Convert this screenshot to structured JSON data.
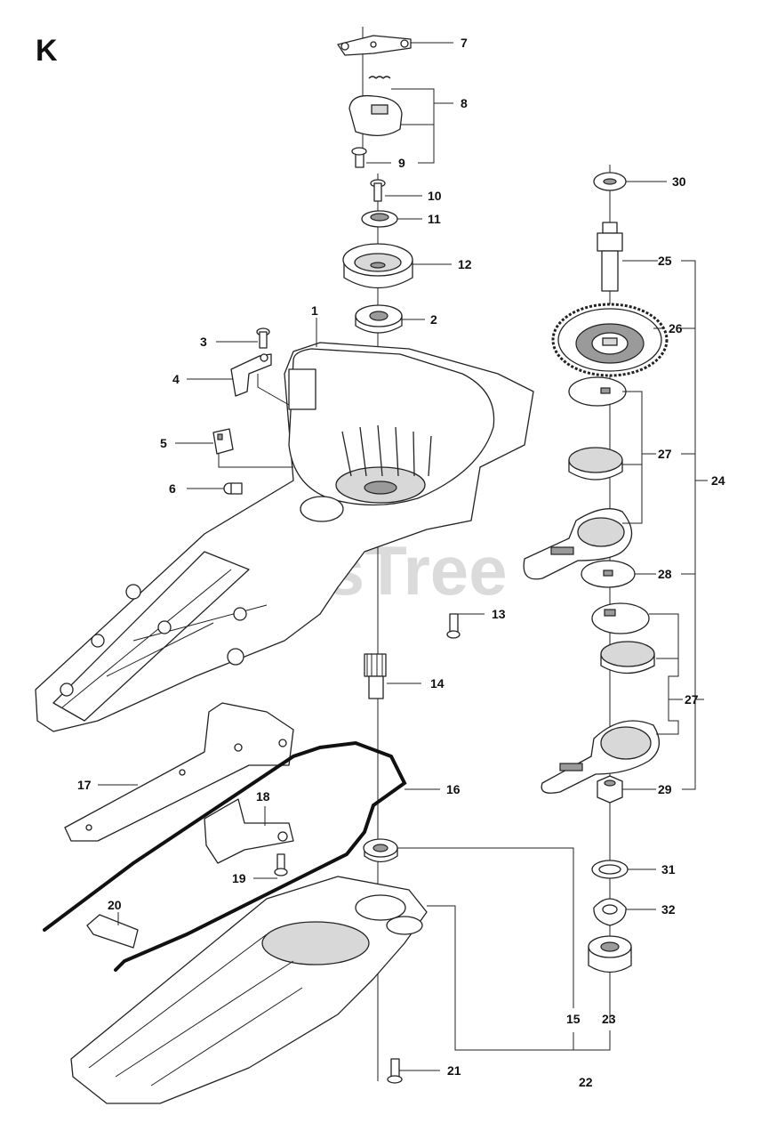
{
  "sheet": {
    "letter": "K",
    "watermark": "PartsTree"
  },
  "callouts": [
    {
      "id": "c7",
      "text": "7"
    },
    {
      "id": "c8",
      "text": "8"
    },
    {
      "id": "c9",
      "text": "9"
    },
    {
      "id": "c10",
      "text": "10"
    },
    {
      "id": "c11",
      "text": "11"
    },
    {
      "id": "c12",
      "text": "12"
    },
    {
      "id": "c1",
      "text": "1"
    },
    {
      "id": "c2",
      "text": "2"
    },
    {
      "id": "c3",
      "text": "3"
    },
    {
      "id": "c4",
      "text": "4"
    },
    {
      "id": "c5",
      "text": "5"
    },
    {
      "id": "c6",
      "text": "6"
    },
    {
      "id": "c13",
      "text": "13"
    },
    {
      "id": "c14",
      "text": "14"
    },
    {
      "id": "c16",
      "text": "16"
    },
    {
      "id": "c17",
      "text": "17"
    },
    {
      "id": "c18",
      "text": "18"
    },
    {
      "id": "c19",
      "text": "19"
    },
    {
      "id": "c20",
      "text": "20"
    },
    {
      "id": "c21",
      "text": "21"
    },
    {
      "id": "c15",
      "text": "15"
    },
    {
      "id": "c22",
      "text": "22"
    },
    {
      "id": "c23",
      "text": "23"
    },
    {
      "id": "c30",
      "text": "30"
    },
    {
      "id": "c25",
      "text": "25"
    },
    {
      "id": "c26",
      "text": "26"
    },
    {
      "id": "c24",
      "text": "24"
    },
    {
      "id": "c27a",
      "text": "27"
    },
    {
      "id": "c28",
      "text": "28"
    },
    {
      "id": "c27b",
      "text": "27"
    },
    {
      "id": "c29",
      "text": "29"
    },
    {
      "id": "c31",
      "text": "31"
    },
    {
      "id": "c32",
      "text": "32"
    }
  ]
}
